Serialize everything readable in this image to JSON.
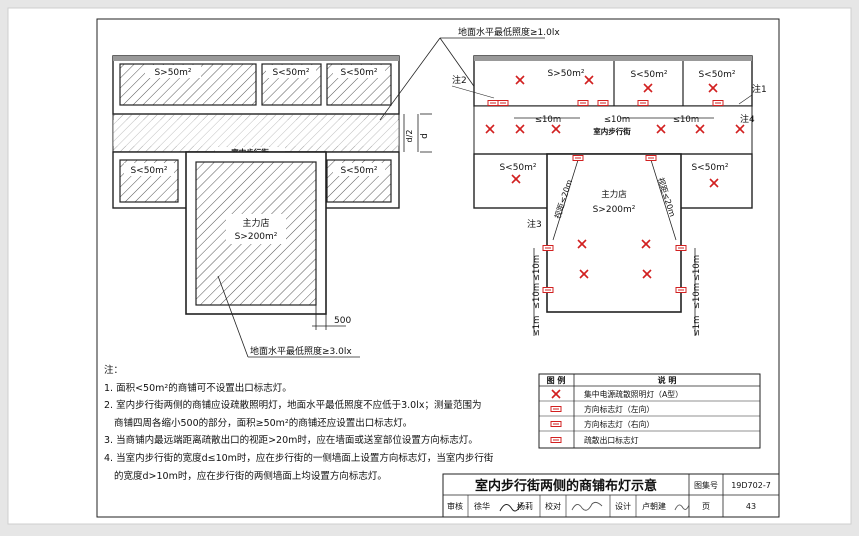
{
  "left_plan": {
    "callout_top": "地面水平最低照度≥1.0lx",
    "callout_bottom": "地面水平最低照度≥3.0lx",
    "shop_large": "S>50m²",
    "shop_small": "S<50m²",
    "street": "室内步行街",
    "main_store_name": "主力店",
    "main_store_area": "S>200m²",
    "dim_d": "d",
    "dim_d2": "d/2",
    "dim_500": "500"
  },
  "right_plan": {
    "shop_large": "S>50m²",
    "shop_small": "S<50m²",
    "street": "室内步行街",
    "main_store_name": "主力店",
    "main_store_area": "S>200m²",
    "spacing": "≤10m",
    "sight_left": "视距≤20m",
    "sight_right": "视距≤20m",
    "edge_1m": "≤1m",
    "note1": "注1",
    "note2": "注2",
    "note3": "注3",
    "note4": "注4"
  },
  "legend": {
    "header_symbol": "图 例",
    "header_desc": "说 明",
    "rows": [
      {
        "icon": "star-light-icon",
        "label": "集中电源疏散照明灯（A型）"
      },
      {
        "icon": "arrow-left-sign-icon",
        "label": "方向标志灯（左向）"
      },
      {
        "icon": "arrow-right-sign-icon",
        "label": "方向标志灯（右向）"
      },
      {
        "icon": "exit-sign-icon",
        "label": "疏散出口标志灯"
      }
    ]
  },
  "notes": {
    "title": "注：",
    "items": [
      "1. 面积<50m²的商铺可不设置出口标志灯。",
      "2. 室内步行街两侧的商铺应设疏散照明灯，地面水平最低照度不应低于3.0lx；测量范围为",
      "商铺四周各缩小500的部分，面积≥50m²的商铺还应设置出口标志灯。",
      "3. 当商铺内最远端距离疏散出口的视距>20m时，应在墙面或送室部位设置方向标志灯。",
      "4. 当室内步行街的宽度d≤10m时，应在步行街的一侧墙面上设置方向标志灯，当室内步行街",
      "的宽度d>10m时，应在步行街的两侧墙面上均设置方向标志灯。"
    ]
  },
  "title_block": {
    "title": "室内步行街两侧的商铺布灯示意",
    "atlas_label": "图集号",
    "atlas_no": "19D702-7",
    "review_label": "审核",
    "review_name": "徐华",
    "check_label": "校对",
    "check_name": "杨莉",
    "design_label": "设计",
    "design_name": "卢朝建",
    "page_label": "页",
    "page_no": "43"
  },
  "colors": {
    "light": "#d22020",
    "line": "#222222",
    "sheet": "#ffffff",
    "background": "#e6e6e6"
  }
}
